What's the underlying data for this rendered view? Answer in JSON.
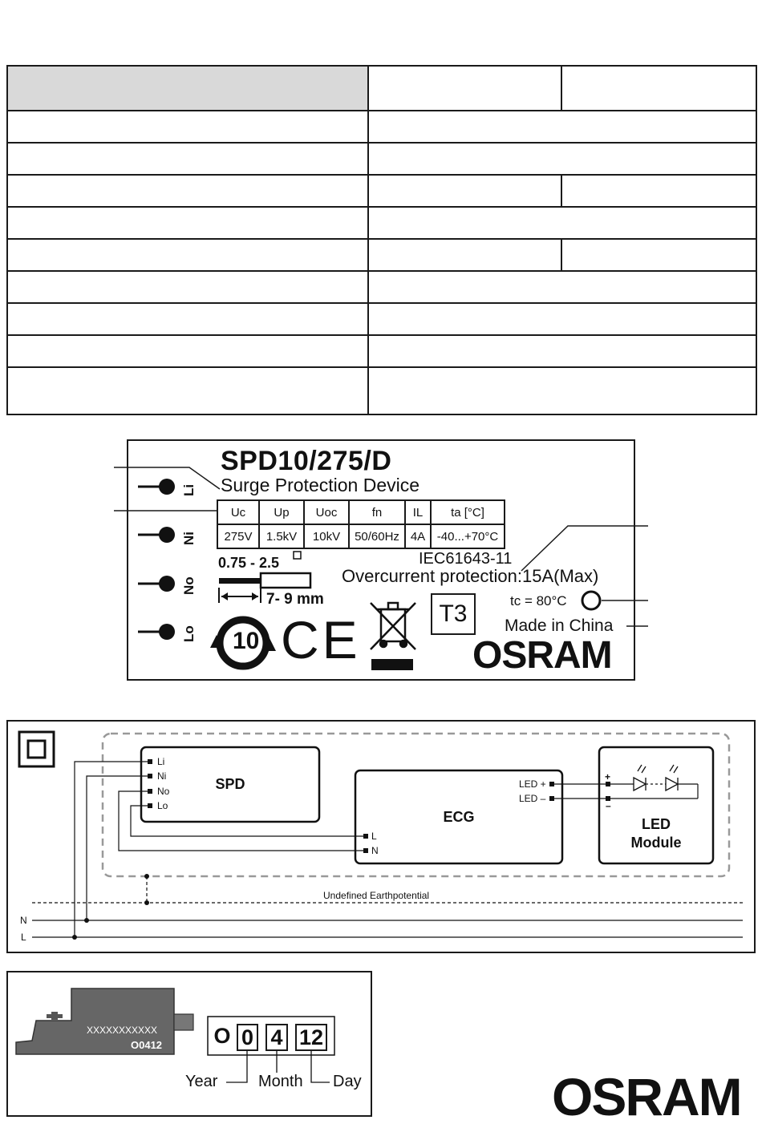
{
  "label": {
    "model": "SPD10/275/D",
    "description": "Surge Protection Device",
    "ratings_headers": [
      "Uc",
      "Up",
      "Uoc",
      "fn",
      "IL",
      "ta [°C]"
    ],
    "ratings_values": [
      "275V",
      "1.5kV",
      "10kV",
      "50/60Hz",
      "4A",
      "-40...+70°C"
    ],
    "pins": [
      "Li",
      "Ni",
      "No",
      "Lo"
    ],
    "wire_range": "0.75 - 2.5",
    "strip_length": "7- 9 mm",
    "standard": "IEC61643-11",
    "overcurrent": "Overcurrent protection:15A(Max)",
    "tc": "tc = 80°C",
    "class": "T3",
    "origin": "Made in China",
    "brand": "OSRAM",
    "rohs_years": "10",
    "ce_mark": "CE"
  },
  "wiring": {
    "spd_block": "SPD",
    "ecg_block": "ECG",
    "led_block": "LED Module",
    "spd_terminals": [
      "Li",
      "Ni",
      "No",
      "Lo"
    ],
    "ecg_inputs": [
      "L",
      "N"
    ],
    "ecg_outputs": [
      "LED +",
      "LED –"
    ],
    "led_polarity": [
      "+",
      "–"
    ],
    "earth_label": "Undefined Earthpotential",
    "mains": [
      "N",
      "L"
    ]
  },
  "date_code": {
    "product_print": "XXXXXXXXXXX",
    "product_code": "O0412",
    "digits": [
      "O",
      "0",
      "4",
      "12"
    ],
    "labels": [
      "Year",
      "Month",
      "Day"
    ]
  },
  "footer": {
    "brand": "OSRAM"
  }
}
